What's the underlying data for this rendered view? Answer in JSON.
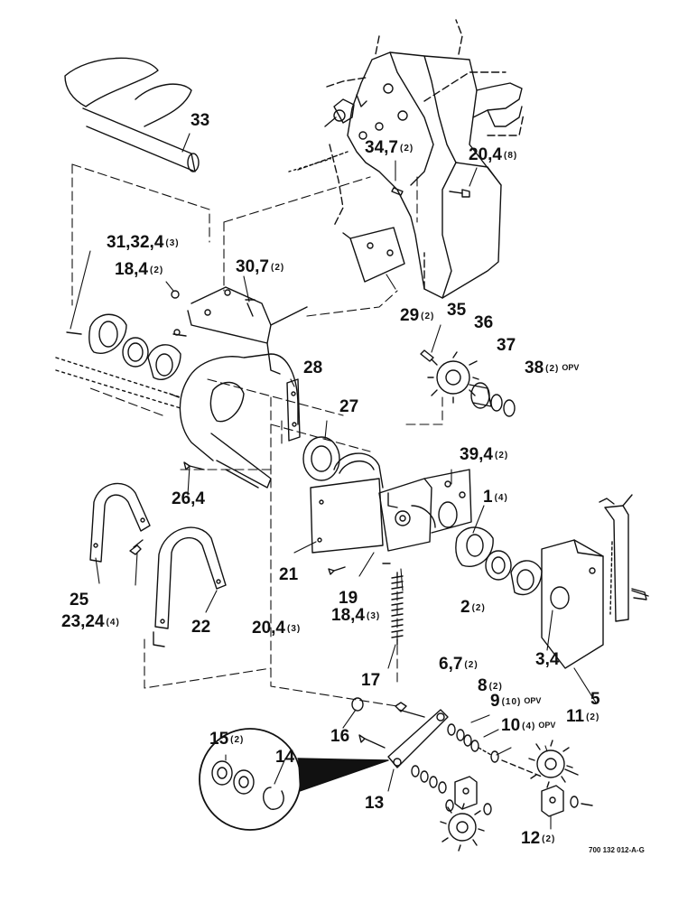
{
  "figure_id": "700 132 012-A-G",
  "callouts": [
    {
      "key": "c33",
      "num": "33",
      "qty": "",
      "opt": ""
    },
    {
      "key": "c34_7",
      "num": "34,7",
      "qty": "(2)",
      "opt": ""
    },
    {
      "key": "c20_4_8",
      "num": "20,4",
      "qty": "(8)",
      "opt": ""
    },
    {
      "key": "c31_32_4",
      "num": "31,32,4",
      "qty": "(3)",
      "opt": ""
    },
    {
      "key": "c18_4_2",
      "num": "18,4",
      "qty": "(2)",
      "opt": ""
    },
    {
      "key": "c30_7",
      "num": "30,7",
      "qty": "(2)",
      "opt": ""
    },
    {
      "key": "c29",
      "num": "29",
      "qty": "(2)",
      "opt": ""
    },
    {
      "key": "c35",
      "num": "35",
      "qty": "",
      "opt": ""
    },
    {
      "key": "c36",
      "num": "36",
      "qty": "",
      "opt": ""
    },
    {
      "key": "c37",
      "num": "37",
      "qty": "",
      "opt": ""
    },
    {
      "key": "c38",
      "num": "38",
      "qty": "(2)",
      "opt": "OPV"
    },
    {
      "key": "c28",
      "num": "28",
      "qty": "",
      "opt": ""
    },
    {
      "key": "c27",
      "num": "27",
      "qty": "",
      "opt": ""
    },
    {
      "key": "c39_4",
      "num": "39,4",
      "qty": "(2)",
      "opt": ""
    },
    {
      "key": "c26_4",
      "num": "26,4",
      "qty": "",
      "opt": ""
    },
    {
      "key": "c1",
      "num": "1",
      "qty": "(4)",
      "opt": ""
    },
    {
      "key": "c21",
      "num": "21",
      "qty": "",
      "opt": ""
    },
    {
      "key": "c19",
      "num": "19",
      "qty": "",
      "opt": ""
    },
    {
      "key": "c25",
      "num": "25",
      "qty": "",
      "opt": ""
    },
    {
      "key": "c23_24",
      "num": "23,24",
      "qty": "(4)",
      "opt": ""
    },
    {
      "key": "c22",
      "num": "22",
      "qty": "",
      "opt": ""
    },
    {
      "key": "c20_4_3",
      "num": "20,4",
      "qty": "(3)",
      "opt": ""
    },
    {
      "key": "c18_4_3",
      "num": "18,4",
      "qty": "(3)",
      "opt": ""
    },
    {
      "key": "c2",
      "num": "2",
      "qty": "(2)",
      "opt": ""
    },
    {
      "key": "c3_4",
      "num": "3,4",
      "qty": "",
      "opt": ""
    },
    {
      "key": "c17",
      "num": "17",
      "qty": "",
      "opt": ""
    },
    {
      "key": "c5",
      "num": "5",
      "qty": "",
      "opt": ""
    },
    {
      "key": "c6_7",
      "num": "6,7",
      "qty": "(2)",
      "opt": ""
    },
    {
      "key": "c8",
      "num": "8",
      "qty": "(2)",
      "opt": ""
    },
    {
      "key": "c9",
      "num": "9",
      "qty": "(10)",
      "opt": "OPV"
    },
    {
      "key": "c10",
      "num": "10",
      "qty": "(4)",
      "opt": "OPV"
    },
    {
      "key": "c11",
      "num": "11",
      "qty": "(2)",
      "opt": ""
    },
    {
      "key": "c16",
      "num": "16",
      "qty": "",
      "opt": ""
    },
    {
      "key": "c15",
      "num": "15",
      "qty": "(2)",
      "opt": ""
    },
    {
      "key": "c14",
      "num": "14",
      "qty": "",
      "opt": ""
    },
    {
      "key": "c13",
      "num": "13",
      "qty": "",
      "opt": ""
    },
    {
      "key": "c12",
      "num": "12",
      "qty": "(2)",
      "opt": ""
    }
  ]
}
